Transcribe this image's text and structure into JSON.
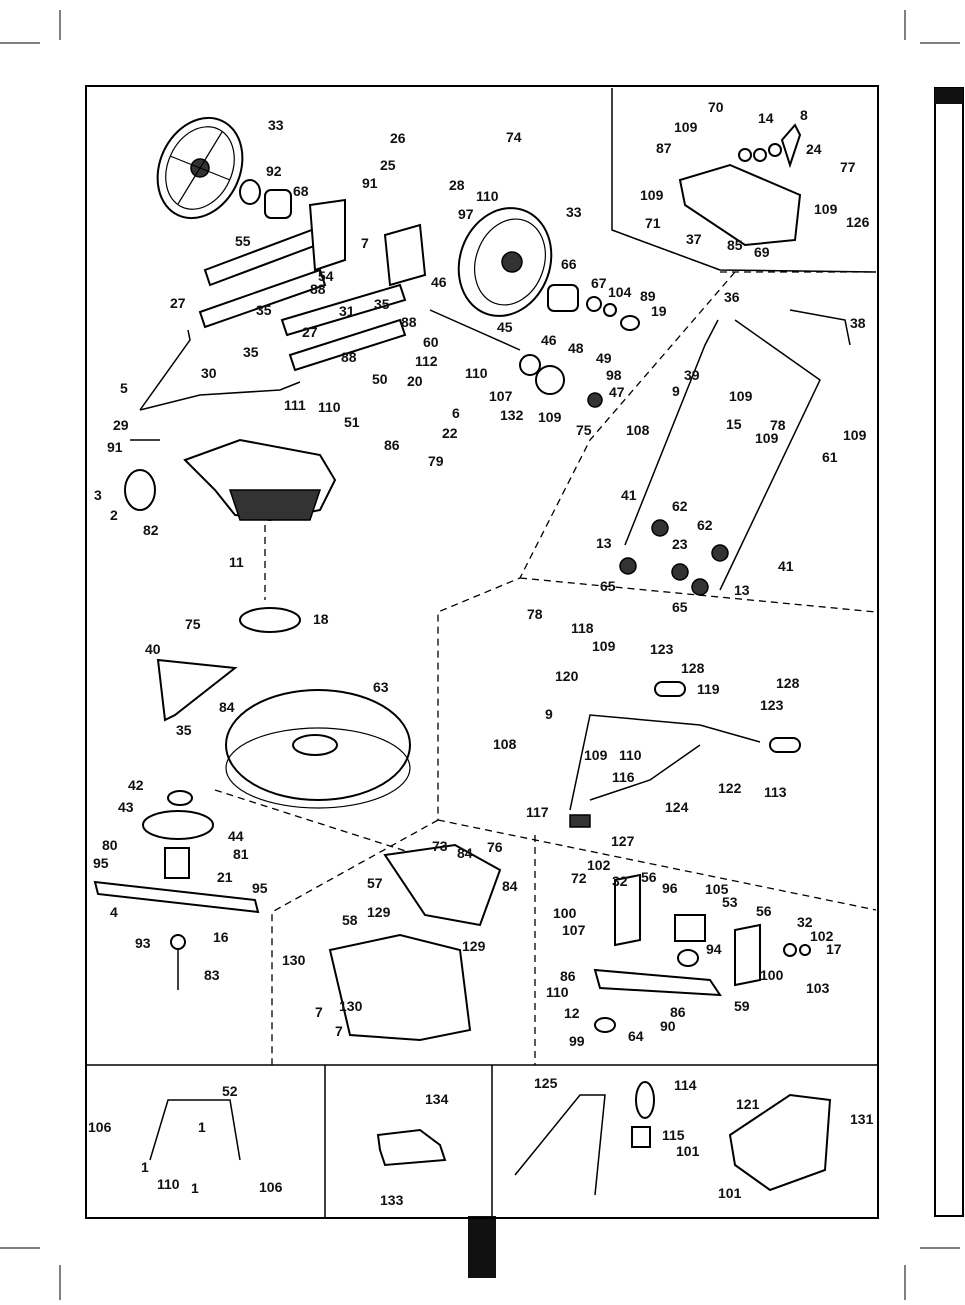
{
  "diagram": {
    "type": "exploded-parts-diagram",
    "labels": [
      "1",
      "2",
      "3",
      "4",
      "5",
      "6",
      "7",
      "8",
      "9",
      "11",
      "12",
      "13",
      "14",
      "15",
      "16",
      "17",
      "18",
      "19",
      "20",
      "21",
      "22",
      "23",
      "24",
      "25",
      "26",
      "27",
      "28",
      "29",
      "30",
      "31",
      "32",
      "33",
      "35",
      "36",
      "37",
      "38",
      "39",
      "40",
      "41",
      "42",
      "43",
      "44",
      "45",
      "46",
      "47",
      "48",
      "49",
      "50",
      "51",
      "52",
      "53",
      "54",
      "55",
      "56",
      "57",
      "58",
      "59",
      "60",
      "61",
      "62",
      "63",
      "64",
      "65",
      "66",
      "67",
      "68",
      "69",
      "70",
      "71",
      "72",
      "73",
      "74",
      "75",
      "76",
      "77",
      "78",
      "79",
      "80",
      "81",
      "82",
      "83",
      "84",
      "85",
      "86",
      "87",
      "88",
      "89",
      "90",
      "91",
      "92",
      "93",
      "94",
      "95",
      "96",
      "97",
      "98",
      "99",
      "100",
      "101",
      "102",
      "103",
      "104",
      "105",
      "106",
      "107",
      "108",
      "109",
      "110",
      "111",
      "112",
      "113",
      "114",
      "115",
      "116",
      "117",
      "118",
      "119",
      "120",
      "121",
      "122",
      "123",
      "124",
      "125",
      "126",
      "127",
      "128",
      "129",
      "130",
      "131",
      "132",
      "133",
      "134"
    ]
  },
  "colors": {
    "ink": "#000000",
    "paper": "#ffffff",
    "tab": "#111111"
  }
}
